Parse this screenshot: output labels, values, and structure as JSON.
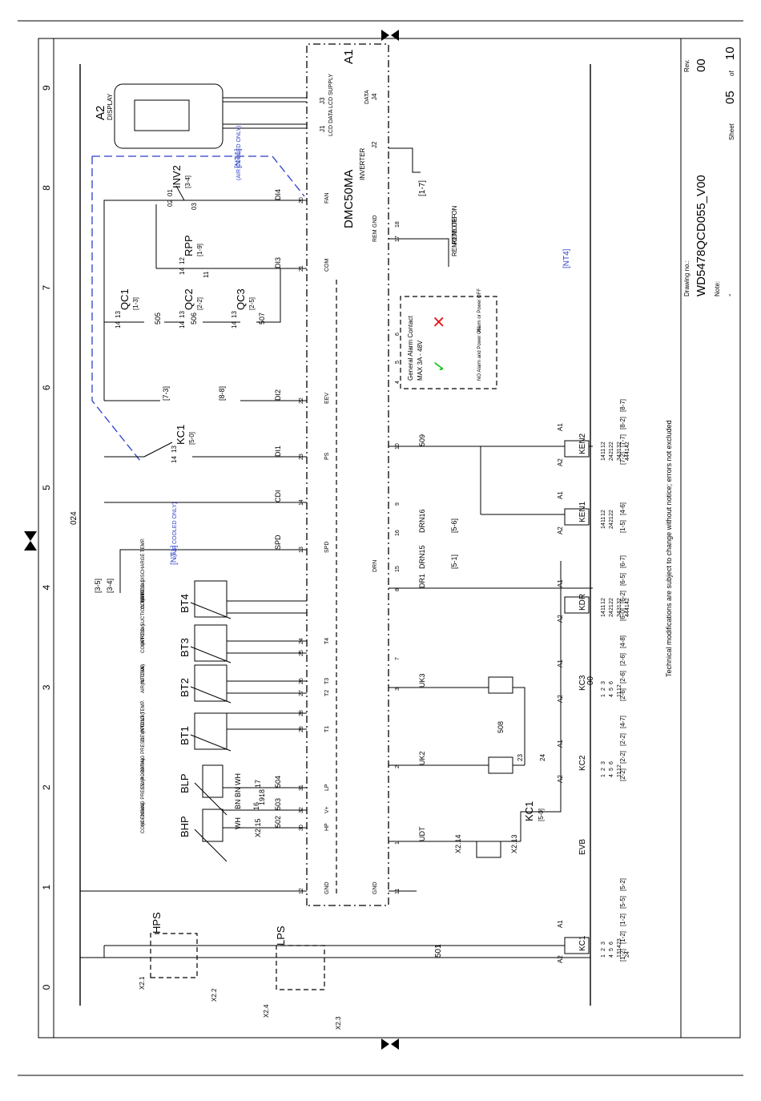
{
  "sheet": {
    "row_numbers": [
      "0",
      "1",
      "2",
      "3",
      "4",
      "5",
      "6",
      "7",
      "8",
      "9"
    ],
    "module_tag": "A1",
    "controller": "DMC50MA",
    "display_tag": "A2",
    "display_label": "DISPLAY",
    "inverter_label": "INVERTER",
    "inverter_ref": "[1-7]",
    "bus_024": "024",
    "wire_00": "00",
    "wire_501": "501",
    "nt1_label": "[NT1]",
    "air_cooled": "(AIR COOLED ONLY)",
    "nt4_label": "[NT4]"
  },
  "left_strip": {
    "ports": [
      {
        "num": "12",
        "name": "GND"
      },
      {
        "num": "30",
        "name": "HP"
      },
      {
        "num": "32",
        "name": "V+"
      },
      {
        "num": "31",
        "name": "LP"
      },
      {
        "num": "29",
        "name": "T1"
      },
      {
        "num": "28",
        "name": ""
      },
      {
        "num": "27",
        "name": "T2"
      },
      {
        "num": "26",
        "name": "T3"
      },
      {
        "num": "25",
        "name": ""
      },
      {
        "num": "24",
        "name": "T4"
      },
      {
        "num": "13",
        "name": "SPD"
      },
      {
        "num": "14",
        "name": ""
      },
      {
        "num": "23",
        "name": "PS"
      },
      {
        "num": "22",
        "name": "EEV"
      },
      {
        "num": "21",
        "name": "COM"
      },
      {
        "num": "20",
        "name": "FAN"
      }
    ],
    "connectors": [
      "J1",
      "J3"
    ],
    "lcd_data": "LCD DATA",
    "lcd_supply": "LCD SUPPLY"
  },
  "right_strip": {
    "ports": [
      {
        "num": "11",
        "name": "GND"
      },
      {
        "num": "1",
        "name": ""
      },
      {
        "num": "2",
        "name": ""
      },
      {
        "num": "3",
        "name": ""
      },
      {
        "num": "7",
        "name": ""
      },
      {
        "num": "8",
        "name": ""
      },
      {
        "num": "15",
        "name": "DRN"
      },
      {
        "num": "16",
        "name": ""
      },
      {
        "num": "9",
        "name": ""
      },
      {
        "num": "10",
        "name": ""
      },
      {
        "num": "4",
        "name": ""
      },
      {
        "num": "5",
        "name": ""
      },
      {
        "num": "6",
        "name": ""
      },
      {
        "num": "17",
        "name": "REM"
      },
      {
        "num": "18",
        "name": "GND"
      }
    ],
    "connectors": [
      "J2",
      "J4"
    ],
    "data": "DATA"
  },
  "wires": {
    "502": "502",
    "503": "503",
    "504": "504",
    "16": "16",
    "17": "17",
    "18": "18",
    "19": "19",
    "wh": "WH",
    "bn": "BN",
    "x215": "X2.15",
    "cdi": "CDI",
    "di1": "DI1",
    "di2": "DI2",
    "di3": "DI3",
    "di4": "DI4",
    "spd": "SPD",
    "udt": "UDT",
    "uk2": "UK2",
    "uk3": "UK3",
    "dr1": "DR1",
    "drn15": "DRN15",
    "drn16": "DRN16",
    "509": "509",
    "508": "508",
    "505": "505",
    "506": "506",
    "507": "507",
    "x214": "X2.14",
    "x213": "X2.13",
    "ref51": "[5-1]",
    "ref56": "[5-6]",
    "ref73": "[7-3]",
    "ref88": "[8-8]",
    "ref35": "[3-5]",
    "ref34": "[3-4]"
  },
  "sensors": [
    {
      "tag": "BHP",
      "desc": "CONDENSING PRESS.",
      "range": "(4 - 20mA)"
    },
    {
      "tag": "BLP",
      "desc": "EVAPORATING PRESS.",
      "range": "(4 - 20mA)"
    },
    {
      "tag": "BT1",
      "desc": "DEWPOINT TEMP.",
      "range": "(NTC10k)"
    },
    {
      "tag": "BT2",
      "desc": "AIR IN TEMP.",
      "range": "(NTC10k)"
    },
    {
      "tag": "BT3",
      "desc": "COMPRES. SUCTION TEMP.",
      "range": "(NTC10k)"
    },
    {
      "tag": "BT4",
      "desc": "COMPRES. DISCHARGE TEMP.",
      "range": "(NTC10k)"
    }
  ],
  "switches": [
    {
      "tag": "KC1",
      "ref": "[5-0]",
      "a": "13",
      "b": "14"
    },
    {
      "tag": "QC1",
      "ref": "[1-3]",
      "a": "13",
      "b": "14"
    },
    {
      "tag": "QC2",
      "ref": "[2-2]",
      "a": "13",
      "b": "14"
    },
    {
      "tag": "QC3",
      "ref": "[2-5]",
      "a": "13",
      "b": "14"
    },
    {
      "tag": "RPP",
      "ref": "[1-9]",
      "a": "12",
      "b": "14",
      "c": "11"
    },
    {
      "tag": "INV2",
      "ref": "[3-4]",
      "a": "01",
      "b": "02",
      "c": "03"
    }
  ],
  "pressure_switches": [
    {
      "tag": "HPS",
      "term_a": "X2.1",
      "term_b": "X2.2"
    },
    {
      "tag": "LPS",
      "term_a": "X2.4",
      "term_b": "X2.3"
    }
  ],
  "coils": [
    {
      "tag": "KC1",
      "a1": "A1",
      "a2": "A2",
      "contacts": [
        "1",
        "2",
        "3",
        "4",
        "5",
        "6",
        "13",
        "14",
        "23",
        "24"
      ],
      "refs": [
        "[1-2]",
        "[1-2]",
        "[1-2]",
        "[5-5]",
        "[5-2]"
      ]
    },
    {
      "tag": "EVB",
      "a1": "",
      "a2": "",
      "contacts": [],
      "refs": []
    },
    {
      "tag": "KC2",
      "a1": "A1",
      "a2": "A2",
      "contacts": [
        "1",
        "2",
        "3",
        "4",
        "5",
        "6",
        "11",
        "12"
      ],
      "refs": [
        "[2-2]",
        "[2-2]",
        "[2-2]",
        "[4-7]"
      ]
    },
    {
      "tag": "KC3",
      "a1": "A1",
      "a2": "A2",
      "contacts": [
        "1",
        "2",
        "3",
        "4",
        "5",
        "6",
        "11",
        "12"
      ],
      "refs": [
        "[2-6]",
        "[2-6]",
        "[2-6]",
        "[4-8]"
      ]
    },
    {
      "tag": "KDR",
      "a1": "A1",
      "a2": "A2",
      "contacts": [
        "14",
        "11",
        "12",
        "24",
        "21",
        "22",
        "34",
        "31",
        "32",
        "44",
        "41",
        "42"
      ],
      "refs": [
        "[6-0]",
        "[6-2]",
        "[6-5]",
        "[6-7]"
      ]
    },
    {
      "tag": "KEN1",
      "a1": "A1",
      "a2": "A2",
      "contacts": [
        "14",
        "11",
        "12",
        "24",
        "21",
        "22"
      ],
      "refs": [
        "[1-5]",
        "[4-6]"
      ]
    },
    {
      "tag": "KEN2",
      "a1": "A1",
      "a2": "A2",
      "contacts": [
        "14",
        "11",
        "12",
        "24",
        "21",
        "22",
        "34",
        "31",
        "32",
        "44",
        "41",
        "42"
      ],
      "refs": [
        "[7-2]",
        "[7-7]",
        "[8-2]",
        "[8-7]"
      ]
    }
  ],
  "kc1_contact": {
    "tag": "KC1",
    "ref": "[5-0]",
    "a": "23",
    "b": "24"
  },
  "alarm": {
    "title": "General Alarm Contact",
    "rating": "MAX 3A - 48V",
    "ok": "NO Alarm and Power ON",
    "fault": "Alarm or Power OFF",
    "ok_mark": "✓",
    "fault_mark": "✕"
  },
  "remote": {
    "off": "REMOTE OFF",
    "on": "REMOTE ON"
  },
  "title_block": {
    "disclaimer": "Technical modifications are subject to change without notice; errors not excluded",
    "drawing_no_label": "Drawing no.:",
    "drawing_no": "WD5478QCD055_V00",
    "note_label": "Note:",
    "note": "-",
    "rev_label": "Rev.",
    "rev": "00",
    "sheet_label": "Sheet",
    "sheet": "05",
    "of": "of",
    "total": "10"
  },
  "colors": {
    "blue": "#2a3fc8",
    "ok_green": "#19c219",
    "fault_red": "#e21a1a"
  }
}
